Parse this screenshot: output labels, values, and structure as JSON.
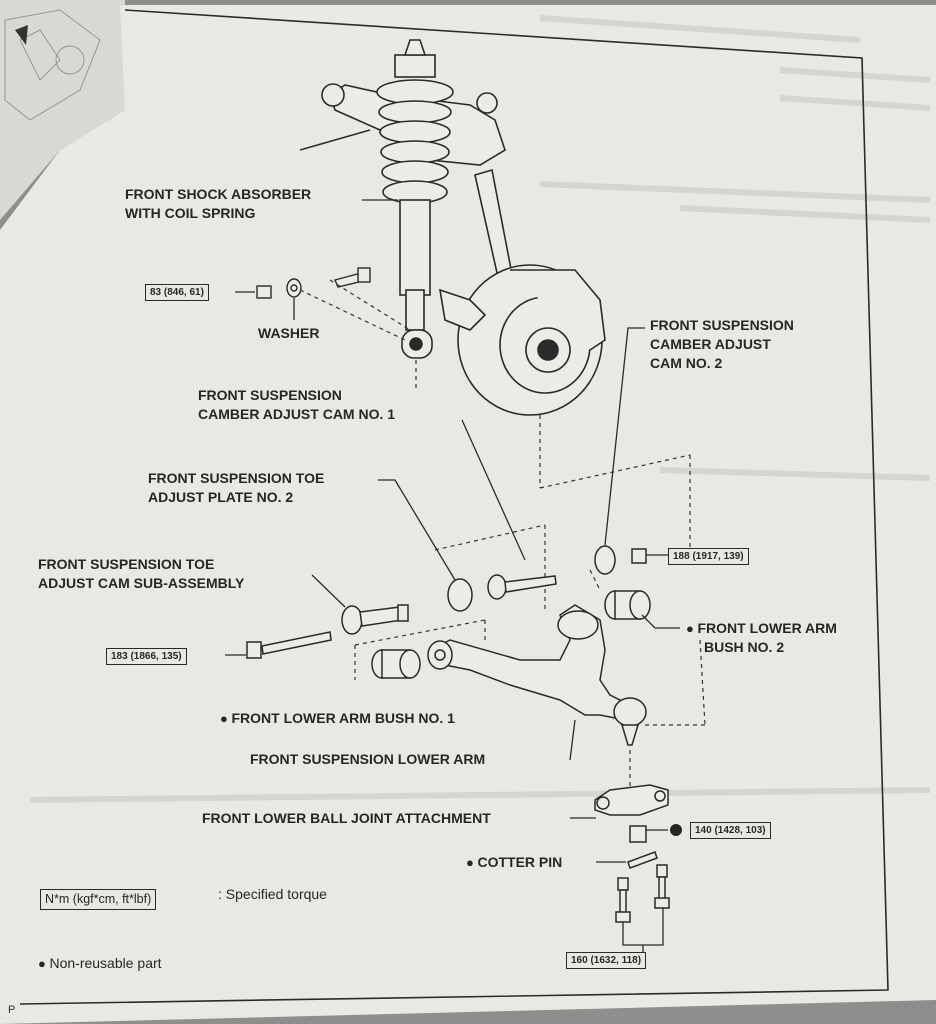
{
  "labels": {
    "shock_absorber": [
      "FRONT SHOCK ABSORBER",
      "WITH COIL SPRING"
    ],
    "washer": "WASHER",
    "camber_cam_no1": [
      "FRONT SUSPENSION",
      "CAMBER ADJUST CAM NO. 1"
    ],
    "camber_cam_no2": [
      "FRONT SUSPENSION",
      "CAMBER ADJUST",
      "CAM NO. 2"
    ],
    "toe_plate_no2": [
      "FRONT SUSPENSION TOE",
      "ADJUST PLATE NO. 2"
    ],
    "toe_cam_sub": [
      "FRONT SUSPENSION TOE",
      "ADJUST CAM SUB-ASSEMBLY"
    ],
    "lower_arm_bush_no2": [
      "FRONT LOWER ARM",
      "BUSH NO. 2"
    ],
    "lower_arm_bush_no1": "FRONT LOWER ARM BUSH NO. 1",
    "lower_arm": "FRONT SUSPENSION LOWER ARM",
    "ball_joint": "FRONT LOWER BALL JOINT ATTACHMENT",
    "cotter_pin": "COTTER PIN"
  },
  "torques": {
    "t83": "83 (846, 61)",
    "t188": "188 (1917, 139)",
    "t183": "183 (1866, 135)",
    "t140": "140 (1428, 103)",
    "t160": "160 (1632, 118)"
  },
  "legend": {
    "torque_unit": "N*m (kgf*cm, ft*lbf)",
    "torque_text": ": Specified torque",
    "non_reusable": "Non-reusable part"
  },
  "page_marker": "P",
  "colors": {
    "paper": "#e9e9e4",
    "ink": "#262626",
    "background": "#8d8f8c"
  }
}
